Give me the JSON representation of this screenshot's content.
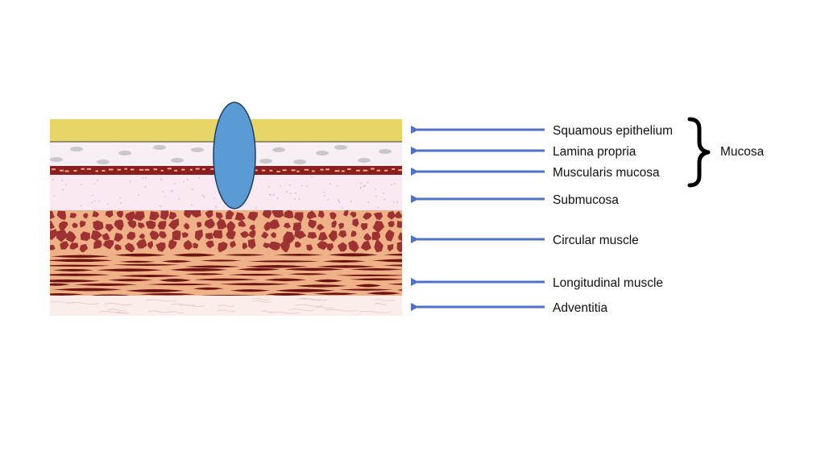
{
  "labels": {
    "squamous_epithelium": "Squamous epithelium",
    "lamina_propria": "Lamina propria",
    "muscularis_mucosa": "Muscularis mucosa",
    "submucosa": "Submucosa",
    "circular_muscle": "Circular muscle",
    "longitudinal_muscle": "Longitudinal muscle",
    "adventitia": "Adventitia"
  },
  "group_label": "Mucosa",
  "colors": {
    "epithelium": "#e8d567",
    "lamina_propria": "#f8eef6",
    "lamina_dots": "#c8c8c8",
    "muscularis_mucosa_dark": "#8b1f1f",
    "muscularis_mucosa_light": "#e9a98c",
    "submucosa": "#fae8f2",
    "submucosa_dots": "#ddb8cc",
    "muscle_background": "#efb187",
    "circular_muscle_cells": "#9e3232",
    "longitudinal_muscle_fibers": "#6e1313",
    "adventitia": "#fbede9",
    "adventitia_lines": "#e2c8c0",
    "lesion": "#5b9bd5",
    "lesion_outline": "#1f3e5c",
    "arrows": "#4f72c4",
    "brace": "#000000"
  },
  "icons": {
    "lesion": "blue-oval-lesion",
    "arrow": "left-pointing-arrow",
    "brace": "right-curly-brace"
  }
}
